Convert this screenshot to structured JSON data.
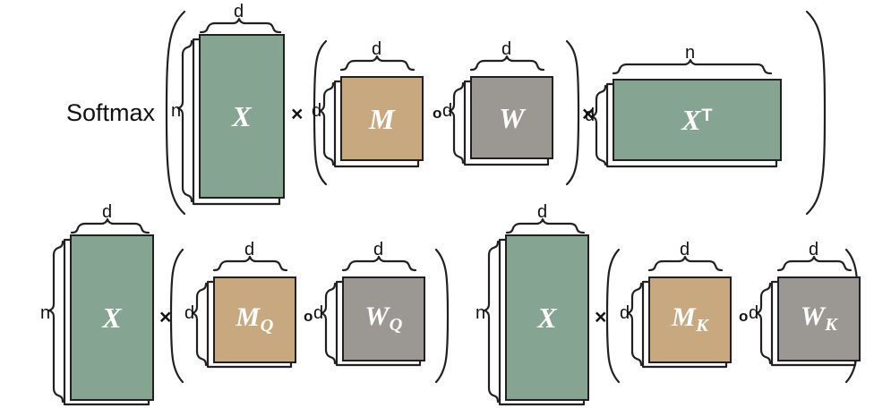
{
  "diagram": {
    "title_label": "Softmax",
    "colors": {
      "matrix_x": "#85a492",
      "matrix_m": "#c8a97f",
      "matrix_w": "#9b9894",
      "outline": "#231f20",
      "background": "#ffffff",
      "label_text": "#ffffff"
    },
    "operators": {
      "multiply": "×",
      "hadamard": "o"
    },
    "dims": {
      "n": "n",
      "d": "d"
    },
    "rows": [
      {
        "id": "row-softmax",
        "label": "Softmax",
        "matrices": [
          {
            "name": "X",
            "label": "X",
            "sub": "",
            "sup": "",
            "rows_dim": "n",
            "cols_dim": "d",
            "fill": "matrix_x"
          },
          {
            "name": "M",
            "label": "M",
            "sub": "",
            "sup": "",
            "rows_dim": "d",
            "cols_dim": "d",
            "fill": "matrix_m"
          },
          {
            "name": "W",
            "label": "W",
            "sub": "",
            "sup": "",
            "rows_dim": "d",
            "cols_dim": "d",
            "fill": "matrix_w"
          },
          {
            "name": "XT",
            "label": "X",
            "sub": "",
            "sup": "T",
            "rows_dim": "d",
            "cols_dim": "n",
            "fill": "matrix_x"
          }
        ],
        "expression": "Softmax( X × ( M o W ) × X^T )"
      },
      {
        "id": "row-query",
        "label": "",
        "matrices": [
          {
            "name": "X",
            "label": "X",
            "sub": "",
            "sup": "",
            "rows_dim": "n",
            "cols_dim": "d",
            "fill": "matrix_x"
          },
          {
            "name": "M_Q",
            "label": "M",
            "sub": "Q",
            "sup": "",
            "rows_dim": "d",
            "cols_dim": "d",
            "fill": "matrix_m"
          },
          {
            "name": "W_Q",
            "label": "W",
            "sub": "Q",
            "sup": "",
            "rows_dim": "d",
            "cols_dim": "d",
            "fill": "matrix_w"
          }
        ],
        "expression": "X × ( M_Q o W_Q )"
      },
      {
        "id": "row-key",
        "label": "",
        "matrices": [
          {
            "name": "X",
            "label": "X",
            "sub": "",
            "sup": "",
            "rows_dim": "n",
            "cols_dim": "d",
            "fill": "matrix_x"
          },
          {
            "name": "M_K",
            "label": "M",
            "sub": "K",
            "sup": "",
            "rows_dim": "d",
            "cols_dim": "d",
            "fill": "matrix_m"
          },
          {
            "name": "W_K",
            "label": "W",
            "sub": "K",
            "sup": "",
            "rows_dim": "d",
            "cols_dim": "d",
            "fill": "matrix_w"
          }
        ],
        "expression": "X × ( M_K o W_K )"
      }
    ],
    "tokens": {
      "d1": "d",
      "d2": "d",
      "d3": "d",
      "d4": "d",
      "d5": "d",
      "d6": "d",
      "d7": "d",
      "n1": "n",
      "n2": "n",
      "n3": "n",
      "n4": "n",
      "d8": "d",
      "d9": "d",
      "d10": "d",
      "d11": "d",
      "d12": "d",
      "d13": "d",
      "d14": "d",
      "d15": "d",
      "d16": "d",
      "d17": "d",
      "d18": "d",
      "d19": "d",
      "x1": "×",
      "x2": "×",
      "x3": "×",
      "x4": "×",
      "o1": "o",
      "o2": "o",
      "o3": "o"
    }
  }
}
